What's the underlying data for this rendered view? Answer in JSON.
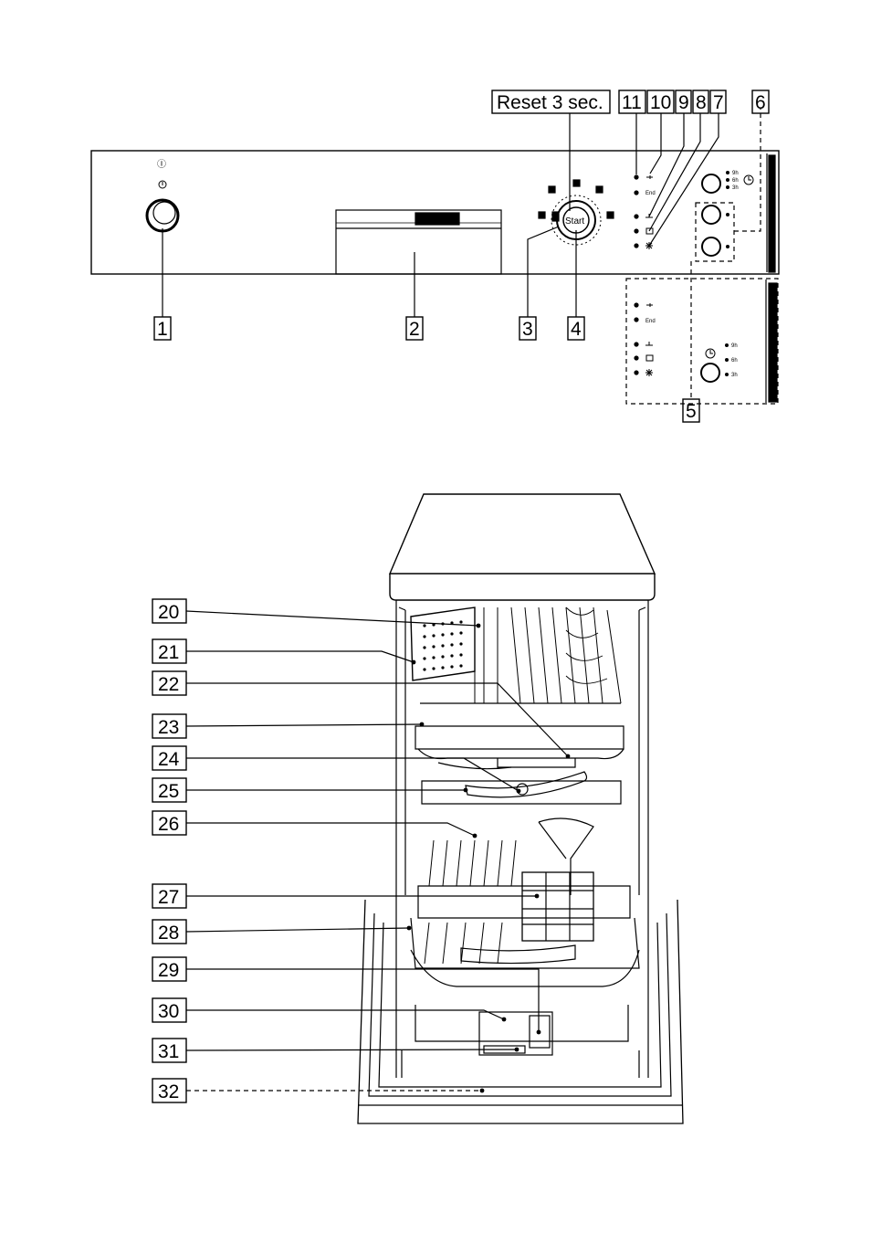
{
  "panel": {
    "power_symbol": "Ⓘ",
    "start_label": "Start",
    "reset_label": "Reset 3 sec.",
    "end_label": "End",
    "timer_upper": [
      "9h",
      "6h",
      "3h"
    ],
    "timer_lower": [
      "9h",
      "6h",
      "3h"
    ]
  },
  "callouts_top": [
    "1",
    "2",
    "3",
    "4",
    "5",
    "6",
    "7",
    "8",
    "9",
    "10",
    "11"
  ],
  "callouts_bottom": [
    "20",
    "21",
    "22",
    "23",
    "24",
    "25",
    "26",
    "27",
    "28",
    "29",
    "30",
    "31",
    "32"
  ]
}
